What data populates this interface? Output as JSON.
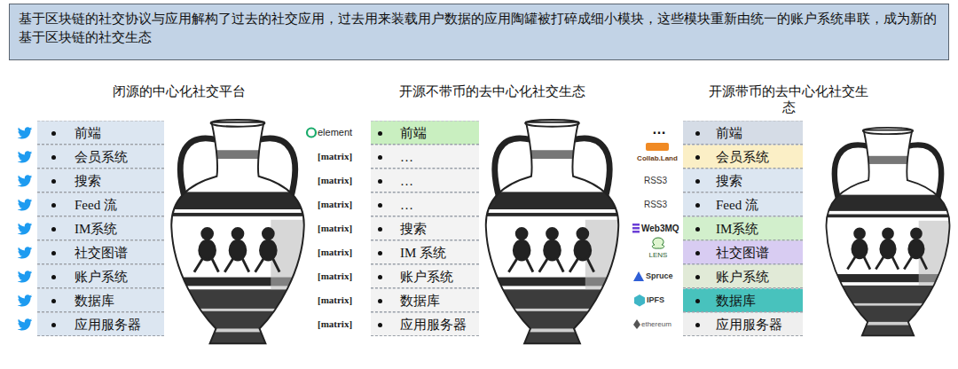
{
  "diagram": {
    "title": "基于区块链的社交协议与应用解构了过去的社交应用，过去用来装载用户数据的应用陶罐被打碎成细小模块，这些模块重新由统一的账户系统串联，成为新的基于区块链的社交生态",
    "nodes": [
      {
        "text": [
          "前端"
        ]
      },
      {
        "text": [
          "会员系统"
        ]
      },
      {
        "text": [
          "搜索"
        ]
      },
      {
        "text": [
          "Feed 流"
        ]
      },
      {
        "text": [
          "IM系统"
        ]
      },
      {
        "text": [
          "社交图谱"
        ]
      },
      {
        "text": [
          "账户系统"
        ]
      },
      {
        "text": [
          "数据库"
        ]
      },
      {
        "text": [
          "应用服务器"
        ]
      },
      {
        "text": [
          "前端"
        ]
      },
      {
        "text": [
          "…"
        ]
      },
      {
        "text": [
          "…"
        ]
      },
      {
        "text": [
          "…"
        ]
      },
      {
        "text": [
          "搜索"
        ]
      },
      {
        "text": [
          "IM 系统"
        ]
      },
      {
        "text": [
          "账户系统"
        ]
      },
      {
        "text": [
          "数据库"
        ]
      },
      {
        "text": [
          "应用服务器"
        ]
      },
      {
        "text": [
          "前端"
        ]
      },
      {
        "text": [
          "会员系统"
        ]
      },
      {
        "text": [
          "搜索"
        ]
      },
      {
        "text": [
          "Feed 流"
        ]
      },
      {
        "text": [
          "IM系统"
        ]
      },
      {
        "text": [
          "社交图谱"
        ]
      },
      {
        "text": [
          "账户系统"
        ]
      },
      {
        "text": [
          "数据库"
        ]
      },
      {
        "text": [
          "应用服务器"
        ]
      }
    ],
    "labels": [
      "闭源的中心化社交平台",
      "开源不带币的去中心化社交生态",
      "开源带币的去中心化社交生态",
      "element",
      "[matrix]",
      "[matrix]",
      "[matrix]",
      "[matrix]",
      "[matrix]",
      "[matrix]",
      "[matrix]",
      "[matrix]",
      "…",
      "Collab.Land",
      "RSS3",
      "RSS3",
      "Web3MQ",
      "LENS",
      "Spruce",
      "IPFS",
      "ethereum"
    ]
  }
}
